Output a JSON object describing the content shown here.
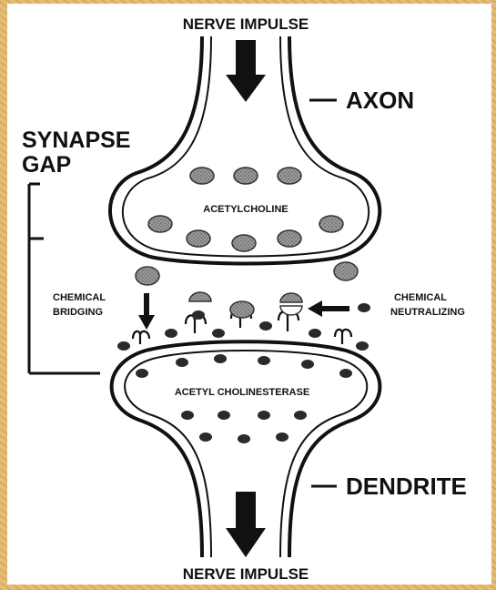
{
  "labels": {
    "top_impulse": "NERVE IMPULSE",
    "bottom_impulse": "NERVE IMPULSE",
    "axon": "AXON",
    "synapse_gap_line1": "SYNAPSE",
    "synapse_gap_line2": "GAP",
    "acetylcholine": "ACETYLCHOLINE",
    "cholinesterase": "ACETYL CHOLINESTERASE",
    "chemical_bridging_line1": "CHEMICAL",
    "chemical_bridging_line2": "BRIDGING",
    "chemical_neutralizing_line1": "CHEMICAL",
    "chemical_neutralizing_line2": "NEUTRALIZING",
    "dendrite": "DENDRITE"
  },
  "colors": {
    "background_border": "#e2b86e",
    "ink": "#111111",
    "vesicle_fill": "#8a8a8a",
    "enzyme_fill": "#2a2a2a"
  }
}
